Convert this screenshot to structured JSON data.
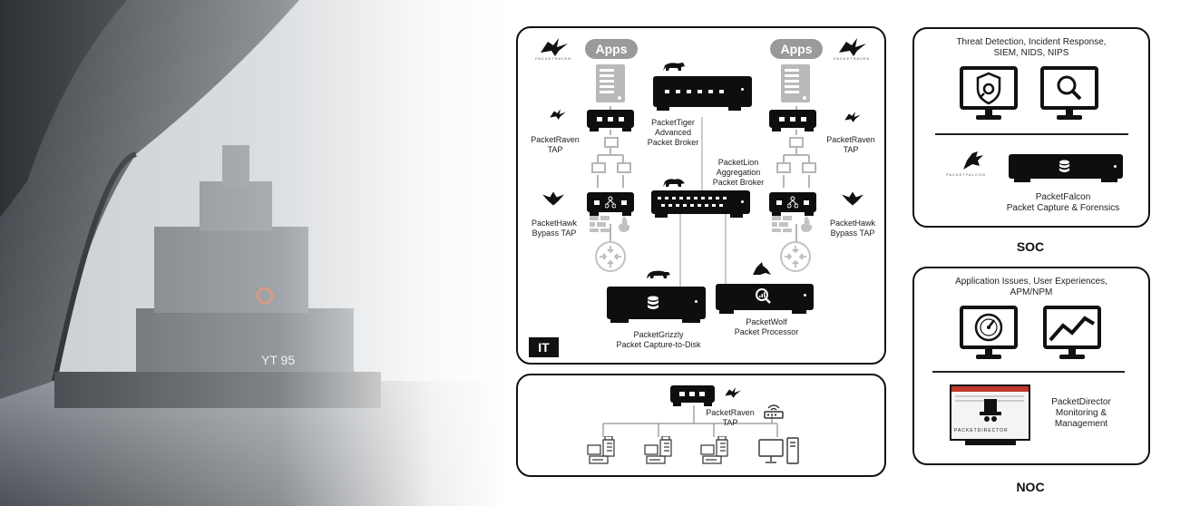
{
  "colors": {
    "accent": "#111111",
    "apps_pill": "#9a9a9a",
    "icon_gray": "#b9b9b9"
  },
  "it": {
    "apps_left": "Apps",
    "apps_right": "Apps",
    "badge": "IT",
    "raven_left": [
      "PacketRaven",
      "TAP"
    ],
    "raven_right": [
      "PacketRaven",
      "TAP"
    ],
    "hawk_left": [
      "PacketHawk",
      "Bypass TAP"
    ],
    "hawk_right": [
      "PacketHawk",
      "Bypass TAP"
    ],
    "tiger": [
      "PacketTiger",
      "Advanced",
      "Packet Broker"
    ],
    "lion": [
      "PacketLion",
      "Aggregation",
      "Packet Broker"
    ],
    "grizzly": [
      "PacketGrizzly",
      "Packet Capture-to-Disk"
    ],
    "wolf": [
      "PacketWolf",
      "Packet Processor"
    ]
  },
  "ot": {
    "raven": [
      "PacketRaven",
      "TAP"
    ]
  },
  "soc": {
    "header": [
      "Threat Detection, Incident Response,",
      "SIEM, NIDS, NIPS"
    ],
    "falcon": [
      "PacketFalcon",
      "Packet Capture & Forensics"
    ],
    "caption": "SOC"
  },
  "noc": {
    "header": [
      "Application Issues, User Experiences,",
      "APM/NPM"
    ],
    "director": [
      "PacketDirector",
      "Monitoring &",
      "Management"
    ],
    "caption": "NOC"
  },
  "icons": [
    "raven-logo-icon",
    "server-icon",
    "tap-device-icon",
    "tiger-logo-icon",
    "lion-logo-icon",
    "hawk-logo-icon",
    "firewall-icon",
    "router-icon",
    "grizzly-logo-icon",
    "wolf-logo-icon",
    "falcon-logo-icon",
    "monitor-shield-icon",
    "monitor-search-icon",
    "monitor-gauge-icon",
    "monitor-chart-icon",
    "pc-icon",
    "wifi-router-icon",
    "industrial-machine-icon",
    "director-hat-icon"
  ]
}
